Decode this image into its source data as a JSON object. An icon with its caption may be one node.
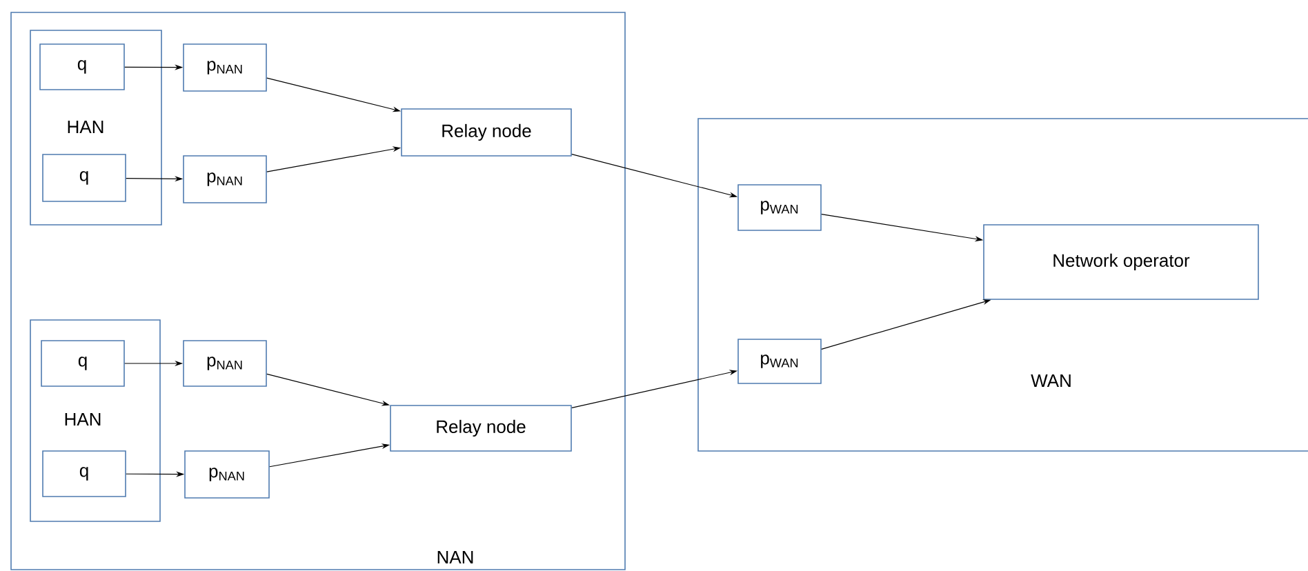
{
  "diagram": {
    "nodes": [
      {
        "text": [
          "NAN"
        ]
      },
      {
        "text": [
          "HAN"
        ],
        "in": 0
      },
      {
        "text": [
          "q"
        ],
        "in": 1
      },
      {
        "text": [
          "q"
        ],
        "in": 1
      },
      {
        "text": [
          "p$_{NAN}$"
        ],
        "in": 0
      },
      {
        "text": [
          "p$_{NAN}$"
        ],
        "in": 0
      },
      {
        "text": [
          "Relay node"
        ],
        "in": 0
      },
      {
        "text": [
          "HAN"
        ],
        "in": 0
      },
      {
        "text": [
          "q"
        ],
        "in": 7
      },
      {
        "text": [
          "q"
        ],
        "in": 7
      },
      {
        "text": [
          "p$_{NAN}$"
        ],
        "in": 0
      },
      {
        "text": [
          "p$_{NAN}$"
        ],
        "in": 0
      },
      {
        "text": [
          "Relay node"
        ],
        "in": 0
      },
      {
        "text": [
          "WAN"
        ]
      },
      {
        "text": [
          "p$_{WAN}$"
        ],
        "in": 13
      },
      {
        "text": [
          "p$_{WAN}$"
        ],
        "in": 13
      },
      {
        "text": [
          "Network operator"
        ],
        "in": 13
      }
    ],
    "edges": [
      {
        "from": 2,
        "to": 4,
        "arrow": "to"
      },
      {
        "from": 3,
        "to": 5,
        "arrow": "to"
      },
      {
        "from": 4,
        "to": 6,
        "arrow": "to"
      },
      {
        "from": 5,
        "to": 6,
        "arrow": "to"
      },
      {
        "from": 6,
        "to": 14,
        "arrow": "to"
      },
      {
        "from": 8,
        "to": 10,
        "arrow": "to"
      },
      {
        "from": 9,
        "to": 11,
        "arrow": "to"
      },
      {
        "from": 10,
        "to": 12,
        "arrow": "to"
      },
      {
        "from": 11,
        "to": 12,
        "arrow": "to"
      },
      {
        "from": 12,
        "to": 15,
        "arrow": "to"
      },
      {
        "from": 14,
        "to": 16,
        "arrow": "to"
      },
      {
        "from": 15,
        "to": 16,
        "arrow": "to"
      }
    ]
  }
}
